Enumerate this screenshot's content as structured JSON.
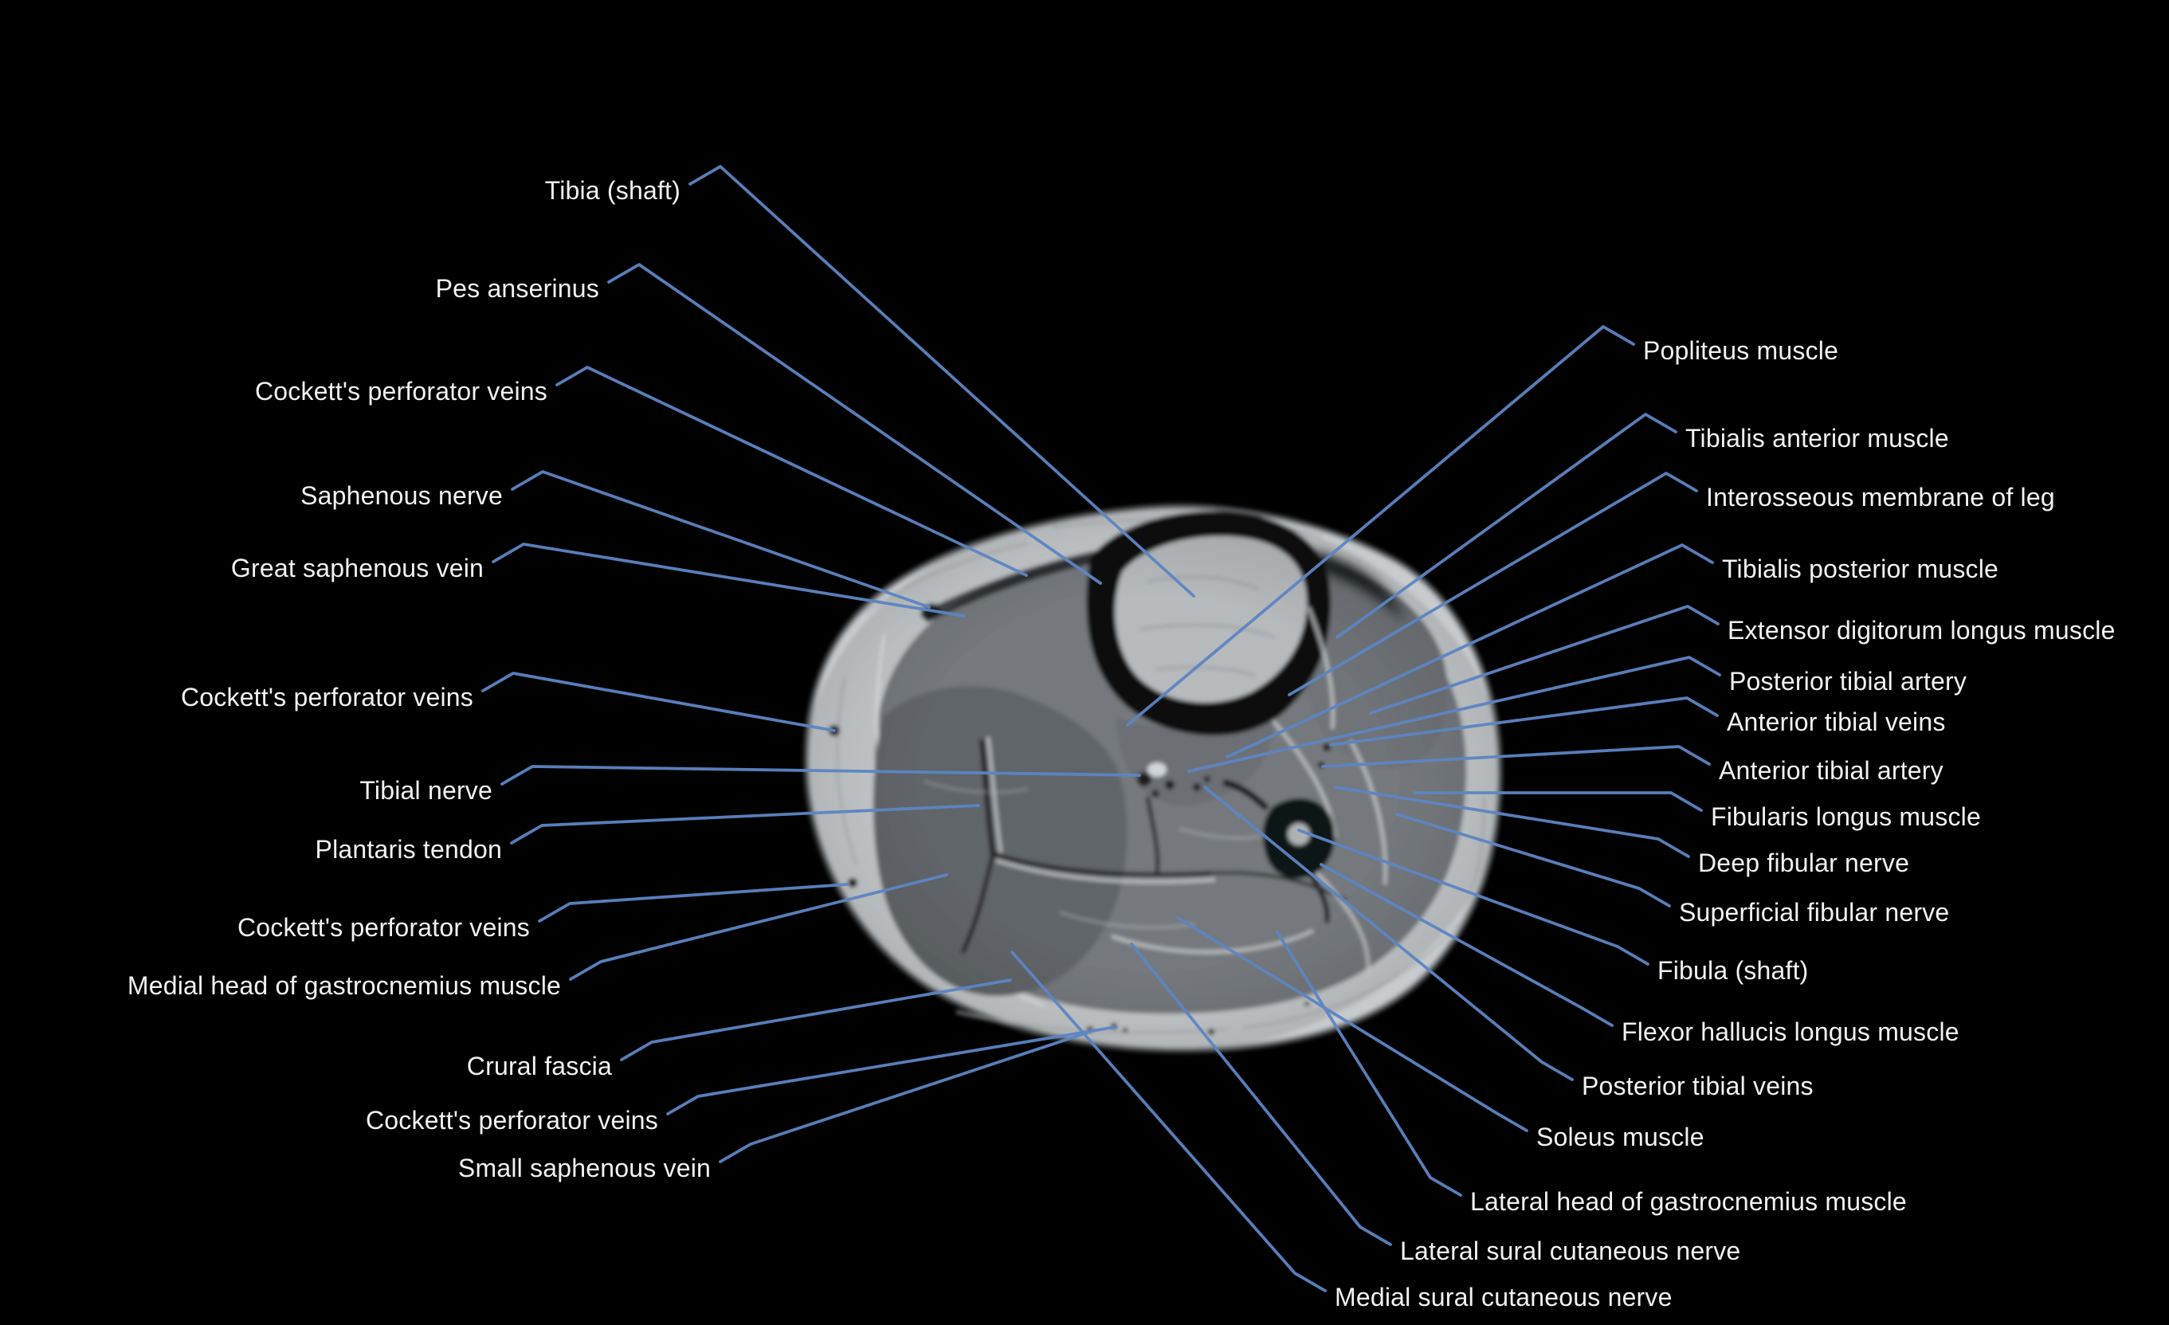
{
  "figure": {
    "description": "Axial MRI cross-section of the leg (calf) with labeled anatomical structures",
    "background_color": "#000000",
    "leader_line_color": "#5d85c3",
    "label_text_color": "#f2f2f2"
  },
  "labels": {
    "left": [
      {
        "text": "Tibia (shaft)"
      },
      {
        "text": "Pes anserinus"
      },
      {
        "text": "Cockett's perforator veins"
      },
      {
        "text": "Saphenous nerve"
      },
      {
        "text": "Great saphenous vein"
      },
      {
        "text": "Cockett's perforator veins"
      },
      {
        "text": "Tibial nerve"
      },
      {
        "text": "Plantaris tendon"
      },
      {
        "text": "Cockett's perforator veins"
      },
      {
        "text": "Medial head of gastrocnemius muscle"
      },
      {
        "text": "Crural fascia"
      },
      {
        "text": "Cockett's perforator veins"
      },
      {
        "text": "Small saphenous vein"
      }
    ],
    "right": [
      {
        "text": "Popliteus muscle"
      },
      {
        "text": "Tibialis anterior muscle"
      },
      {
        "text": "Interosseous membrane of leg"
      },
      {
        "text": "Tibialis posterior muscle"
      },
      {
        "text": "Extensor digitorum longus muscle"
      },
      {
        "text": "Posterior tibial artery"
      },
      {
        "text": "Anterior tibial veins"
      },
      {
        "text": "Anterior tibial artery"
      },
      {
        "text": "Fibularis longus muscle"
      },
      {
        "text": "Deep fibular nerve"
      },
      {
        "text": "Superficial fibular nerve"
      },
      {
        "text": "Fibula (shaft)"
      },
      {
        "text": "Flexor hallucis longus muscle"
      },
      {
        "text": "Posterior tibial veins"
      },
      {
        "text": "Soleus muscle"
      },
      {
        "text": "Lateral head of gastrocnemius muscle"
      },
      {
        "text": "Lateral sural cutaneous nerve"
      },
      {
        "text": "Medial sural cutaneous nerve"
      }
    ]
  }
}
